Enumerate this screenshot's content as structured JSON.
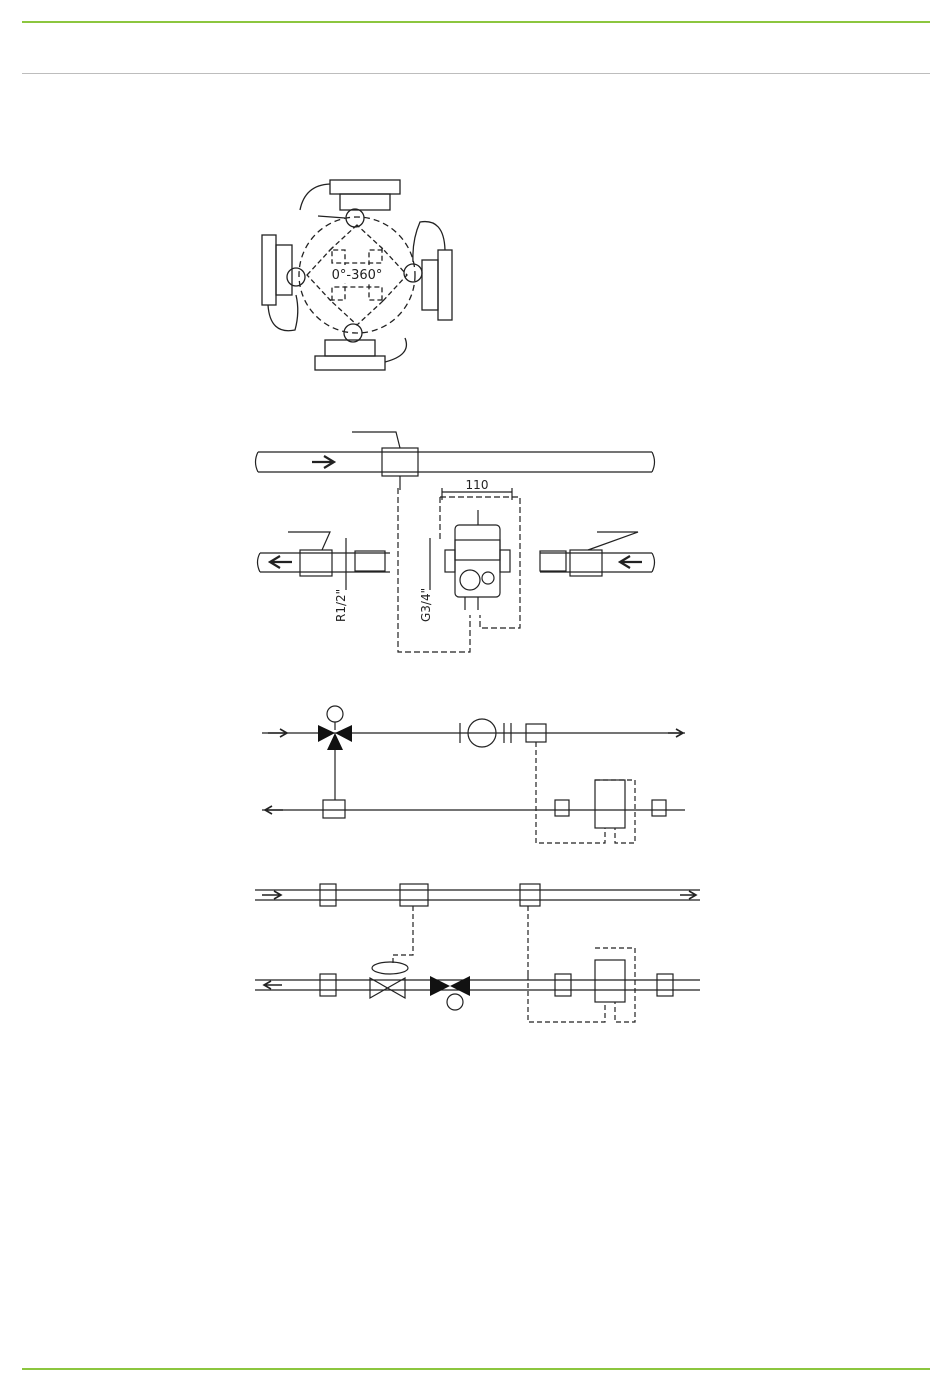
{
  "colors": {
    "accent": "#8cc63f",
    "divider": "#bdbdbd",
    "ink": "#222222"
  },
  "figures": {
    "rotation": {
      "angle_label": "0°-360°"
    },
    "installation": {
      "width_label": "110",
      "thread_inlet": "R1/2\"",
      "thread_meter": "G3/4\""
    },
    "schematic_a": {},
    "schematic_b": {}
  }
}
